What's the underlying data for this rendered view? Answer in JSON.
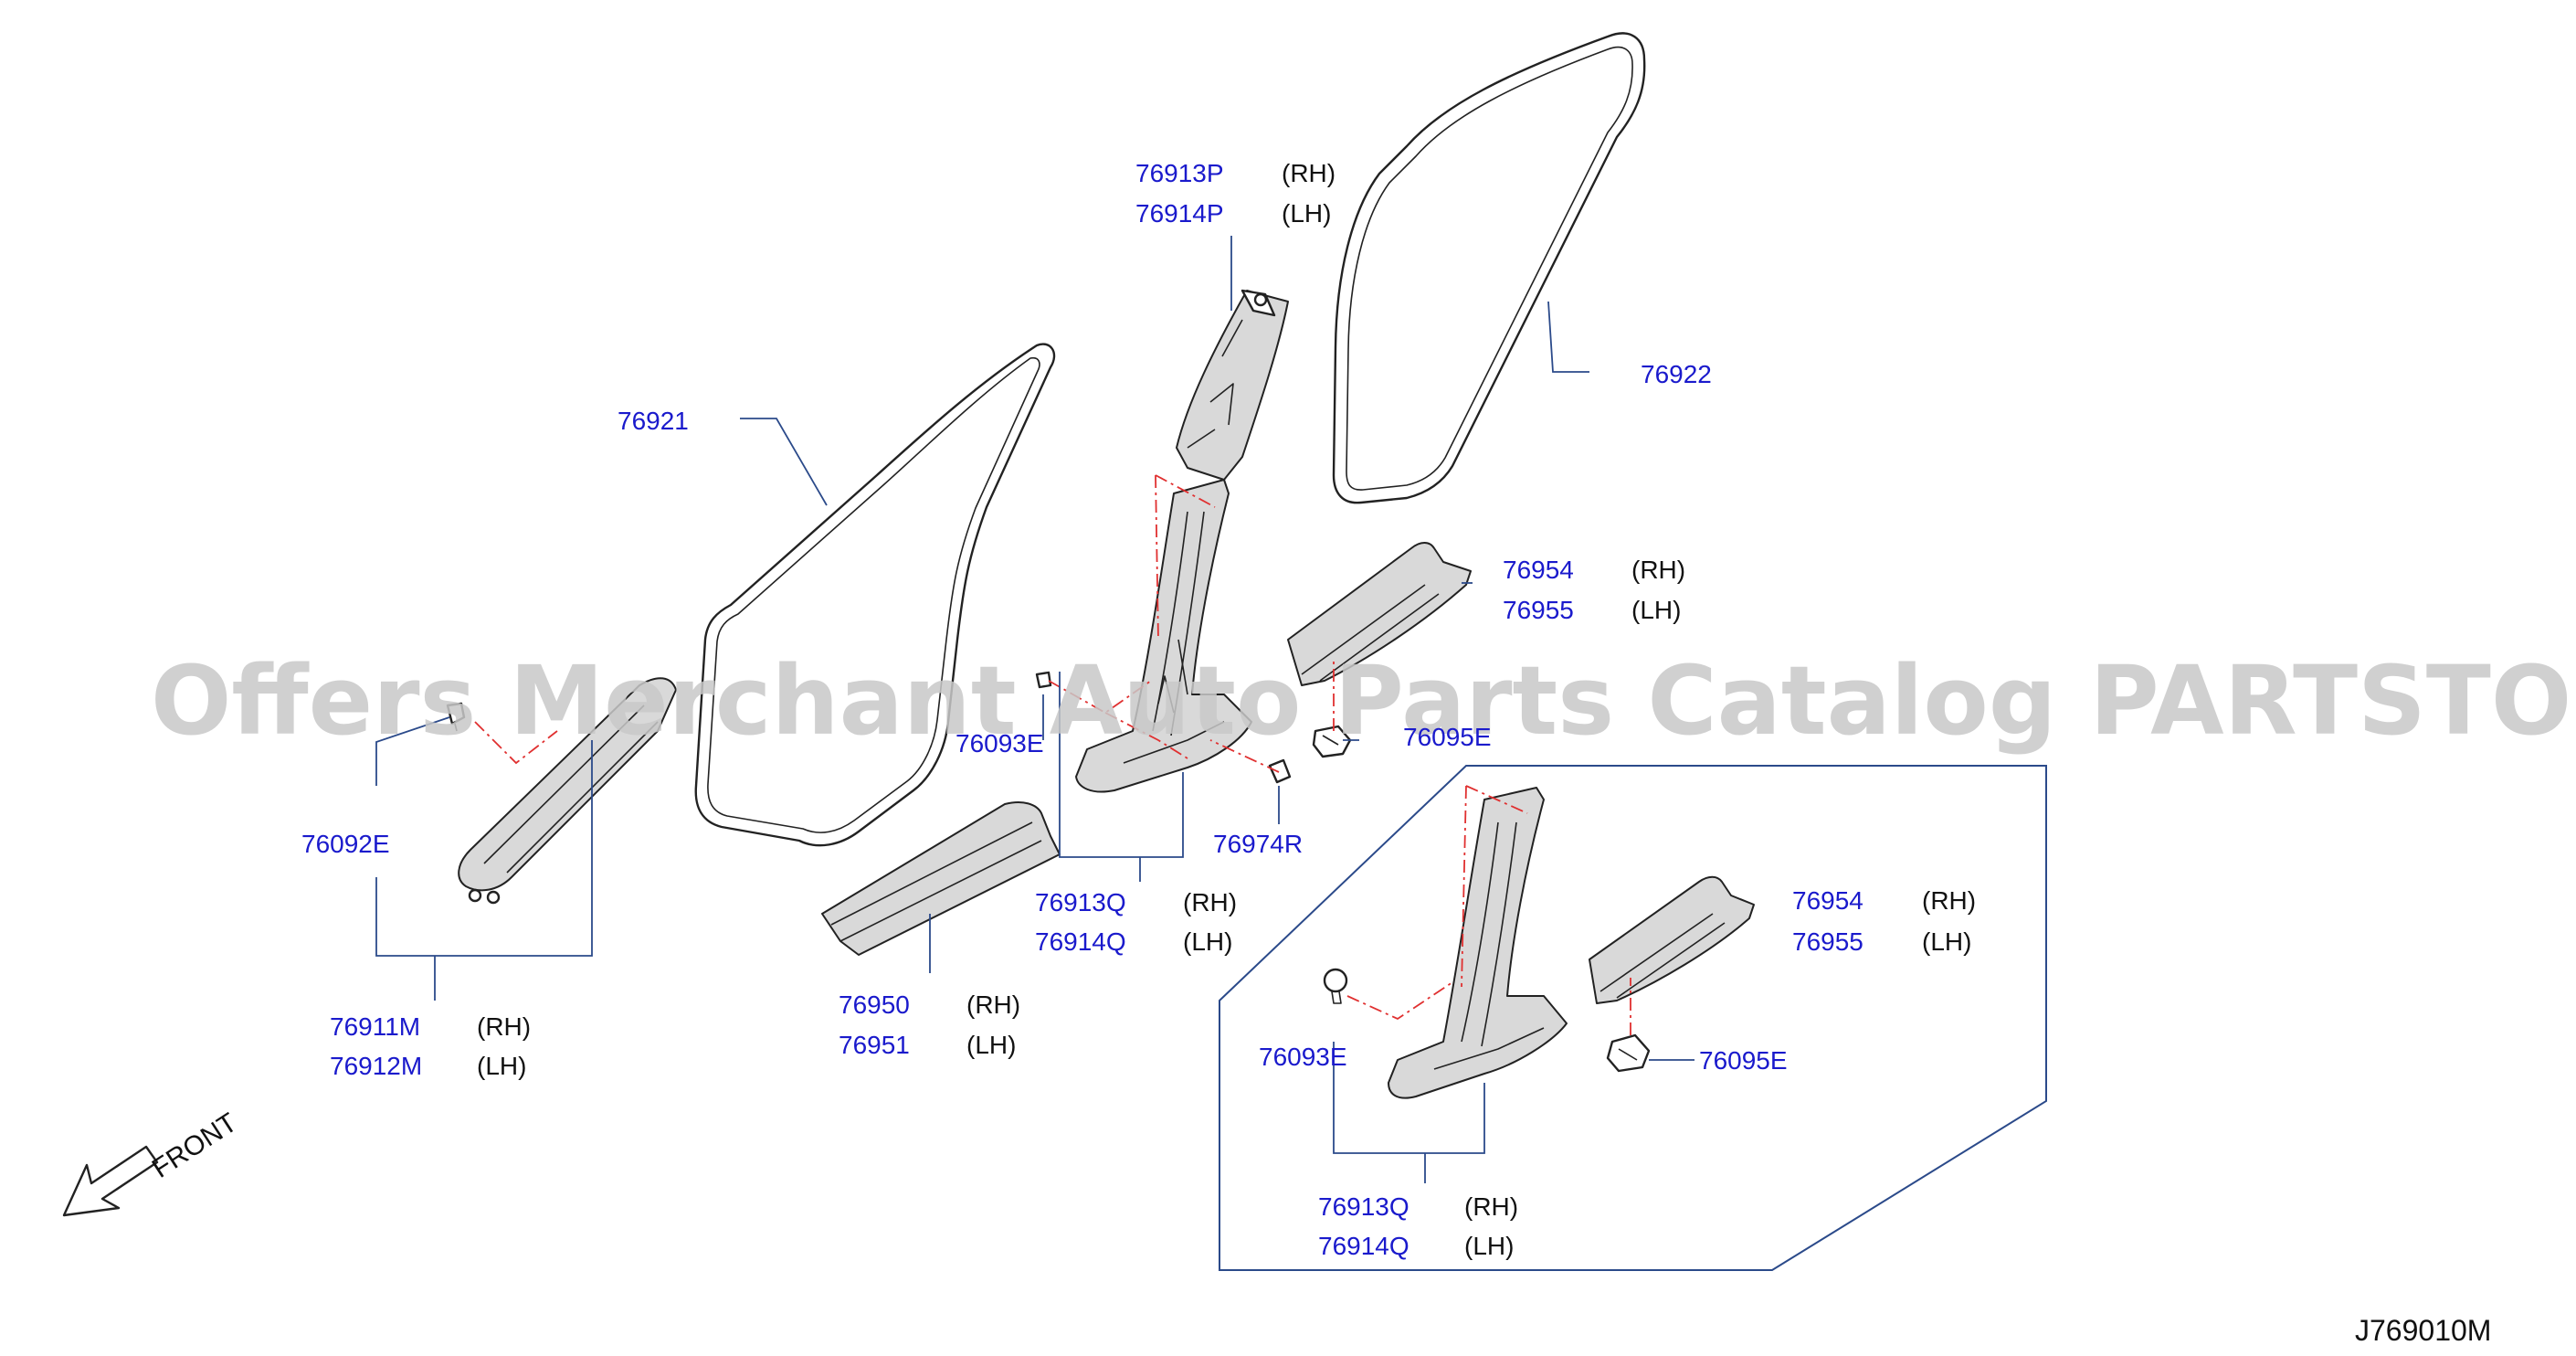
{
  "watermark": "Offers Merchant Auto Parts Catalog PARTSTORE.SA",
  "diagram_code": "J769010M",
  "front_label": "FRONT",
  "callouts": {
    "p76913P": "76913P",
    "p76913P_side": "(RH)",
    "p76914P": "76914P",
    "p76914P_side": "(LH)",
    "p76921": "76921",
    "p76922": "76922",
    "p76954a": "76954",
    "p76954a_side": "(RH)",
    "p76955a": "76955",
    "p76955a_side": "(LH)",
    "p76095Ea": "76095E",
    "p76093Ea": "76093E",
    "p76974R": "76974R",
    "p76092E": "76092E",
    "p76913Qa": "76913Q",
    "p76913Qa_side": "(RH)",
    "p76914Qa": "76914Q",
    "p76914Qa_side": "(LH)",
    "p76950": "76950",
    "p76950_side": "(RH)",
    "p76951": "76951",
    "p76951_side": "(LH)",
    "p76911M": "76911M",
    "p76911M_side": "(RH)",
    "p76912M": "76912M",
    "p76912M_side": "(LH)",
    "p76954b": "76954",
    "p76954b_side": "(RH)",
    "p76955b": "76955",
    "p76955b_side": "(LH)",
    "p76093Eb": "76093E",
    "p76095Eb": "76095E",
    "p76913Qb": "76913Q",
    "p76913Qb_side": "(RH)",
    "p76914Qb": "76914Q",
    "p76914Qb_side": "(LH)"
  },
  "colors": {
    "part_number": "#1a1acc",
    "leader": "#2b4a8a",
    "dashed": "#e03030",
    "watermark": "#c8c8c8"
  }
}
